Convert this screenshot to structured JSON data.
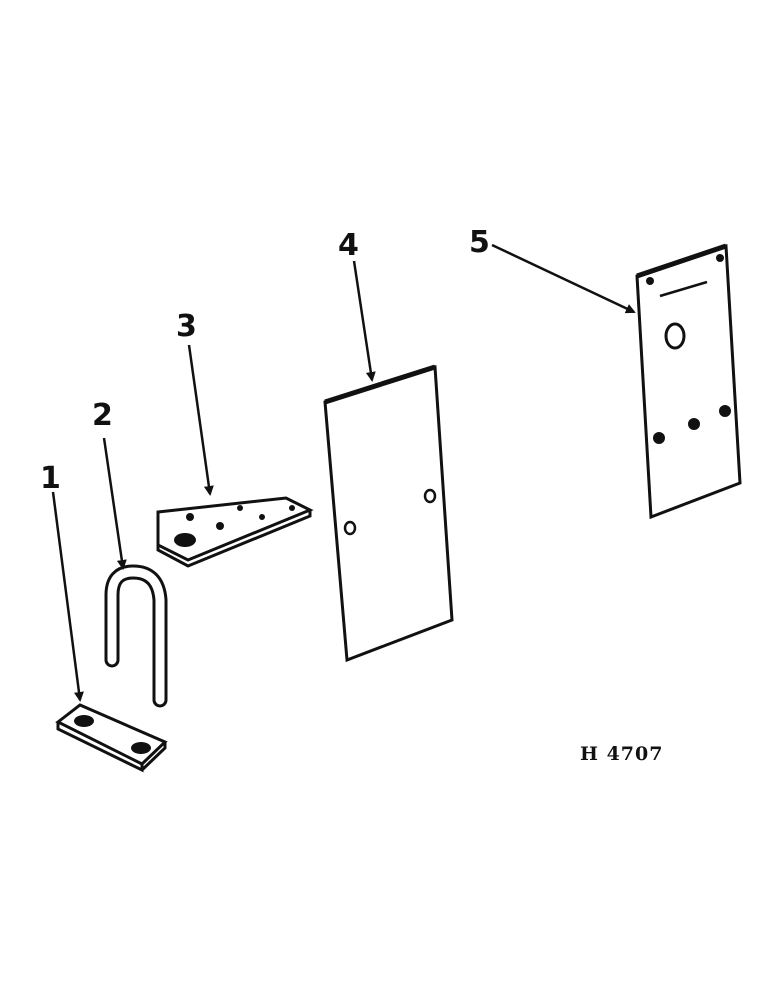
{
  "diagram": {
    "figure_code": "H 4707",
    "callouts": [
      {
        "id": "1",
        "label": "1"
      },
      {
        "id": "2",
        "label": "2"
      },
      {
        "id": "3",
        "label": "3"
      },
      {
        "id": "4",
        "label": "4"
      },
      {
        "id": "5",
        "label": "5"
      }
    ],
    "colors": {
      "ink": "#111111",
      "paper": "#ffffff"
    }
  }
}
